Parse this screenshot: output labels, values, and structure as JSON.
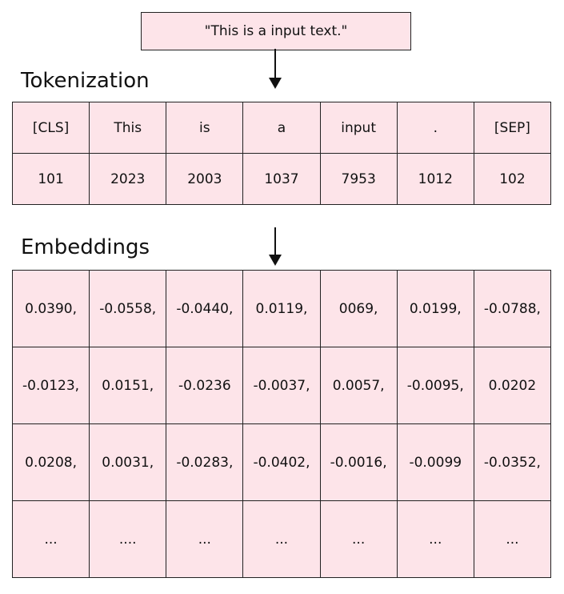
{
  "input_text": "\"This is a input text.\"",
  "tokenization": {
    "title": "Tokenization",
    "tokens": [
      "[CLS]",
      "This",
      "is",
      "a",
      "input",
      ".",
      "[SEP]"
    ],
    "ids": [
      "101",
      "2023",
      "2003",
      "1037",
      "7953",
      "1012",
      "102"
    ]
  },
  "embeddings": {
    "title": "Embeddings",
    "rows": [
      [
        "0.0390,",
        "-0.0558,",
        "-0.0440,",
        "0.0119,",
        "0069,",
        "0.0199,",
        "-0.0788,"
      ],
      [
        "-0.0123,",
        "0.0151,",
        "-0.0236",
        "-0.0037,",
        "0.0057,",
        "-0.0095,",
        "0.0202"
      ],
      [
        "0.0208,",
        "0.0031,",
        "-0.0283,",
        "-0.0402,",
        "-0.0016,",
        "-0.0099",
        "-0.0352,"
      ],
      [
        "...",
        "....",
        "...",
        "...",
        "...",
        "...",
        "..."
      ]
    ]
  }
}
